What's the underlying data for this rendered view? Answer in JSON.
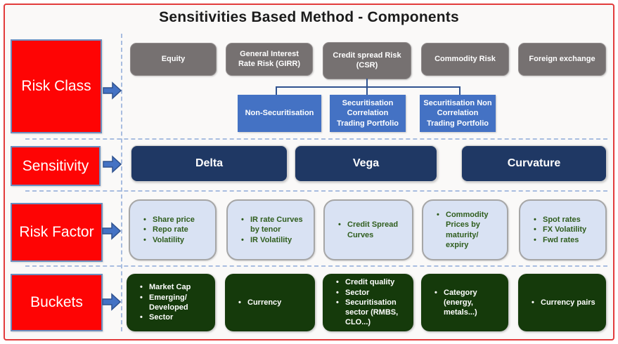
{
  "title": "Sensitivities Based Method - Components",
  "risk_class": {
    "label": "Risk Class",
    "items": [
      {
        "label": "Equity"
      },
      {
        "label": "General Interest Rate Risk (GIRR)"
      },
      {
        "label": "Credit spread Risk (CSR)"
      },
      {
        "label": "Commodity Risk"
      },
      {
        "label": "Foreign exchange"
      }
    ],
    "csr_children": [
      {
        "label": "Non-Securitisation"
      },
      {
        "label": "Securitisation Correlation Trading Portfolio"
      },
      {
        "label": "Securitisation Non Correlation Trading Portfolio"
      }
    ]
  },
  "sensitivity": {
    "label": "Sensitivity",
    "items": [
      {
        "label": "Delta"
      },
      {
        "label": "Vega"
      },
      {
        "label": "Curvature"
      }
    ]
  },
  "risk_factor": {
    "label": "Risk Factor",
    "groups": [
      {
        "bullets": [
          "Share price",
          "Repo rate",
          "Volatility"
        ]
      },
      {
        "bullets": [
          "IR rate Curves by tenor",
          "IR Volatility"
        ]
      },
      {
        "bullets": [
          "Credit Spread Curves"
        ]
      },
      {
        "bullets": [
          "Commodity Prices by maturity/ expiry"
        ]
      },
      {
        "bullets": [
          "Spot rates",
          "FX Volatility",
          "Fwd rates"
        ]
      }
    ]
  },
  "buckets": {
    "label": "Buckets",
    "groups": [
      {
        "bullets": [
          "Market Cap",
          "Emerging/ Developed",
          "Sector"
        ]
      },
      {
        "bullets": [
          "Currency"
        ]
      },
      {
        "bullets": [
          "Credit quality",
          "Sector",
          "Securitisation sector (RMBS, CLO...)"
        ]
      },
      {
        "bullets": [
          "Category (energy, metals...)"
        ]
      },
      {
        "bullets": [
          "Currency pairs"
        ]
      }
    ]
  },
  "colors": {
    "frame_border": "#e23b3b",
    "row_label_fill": "#fe0404",
    "row_label_border": "#6c8ebf",
    "arrow_fill": "#4472c4",
    "arrow_border": "#2f528f",
    "risk_class_box": "#767171",
    "csr_child_box": "#4472c4",
    "sensitivity_box": "#1f3864",
    "risk_factor_box_fill": "#d9e2f3",
    "risk_factor_text": "#2f5d1d",
    "buckets_box": "#153a0b",
    "dashed_guides": "#a8bde0",
    "connector": "#2f528f"
  }
}
